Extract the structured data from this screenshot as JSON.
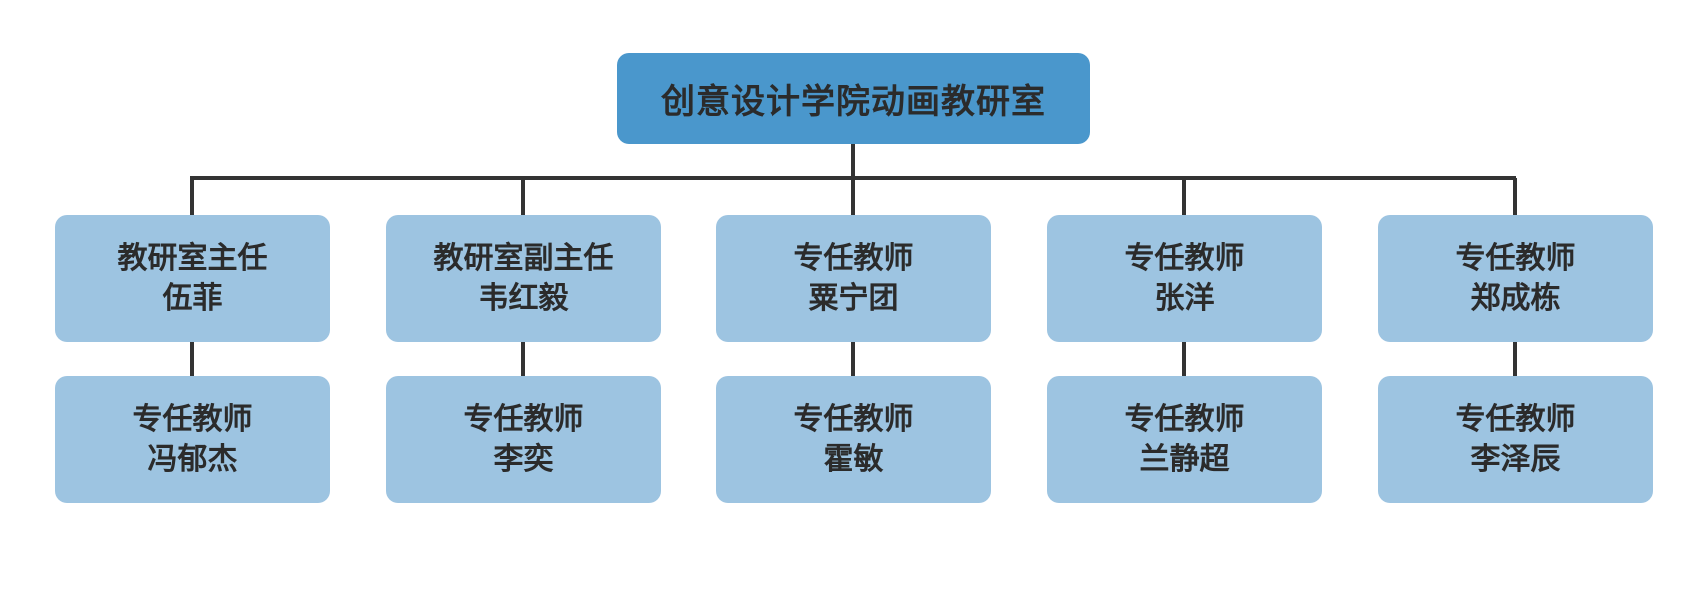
{
  "colors": {
    "root_fill": "#4a97cc",
    "node_fill": "#9dc4e1",
    "connector": "#333333",
    "text": "#2b2b2b"
  },
  "root": {
    "label": "创意设计学院动画教研室"
  },
  "departments": [
    {
      "head": {
        "role": "教研室主任",
        "name": "伍菲"
      },
      "member": {
        "role": "专任教师",
        "name": "冯郁杰"
      }
    },
    {
      "head": {
        "role": "教研室副主任",
        "name": "韦红毅"
      },
      "member": {
        "role": "专任教师",
        "name": "李奕"
      }
    },
    {
      "head": {
        "role": "专任教师",
        "name": "粟宁团"
      },
      "member": {
        "role": "专任教师",
        "name": "霍敏"
      }
    },
    {
      "head": {
        "role": "专任教师",
        "name": "张洋"
      },
      "member": {
        "role": "专任教师",
        "name": "兰静超"
      }
    },
    {
      "head": {
        "role": "专任教师",
        "name": "郑成栋"
      },
      "member": {
        "role": "专任教师",
        "name": "李泽辰"
      }
    }
  ]
}
